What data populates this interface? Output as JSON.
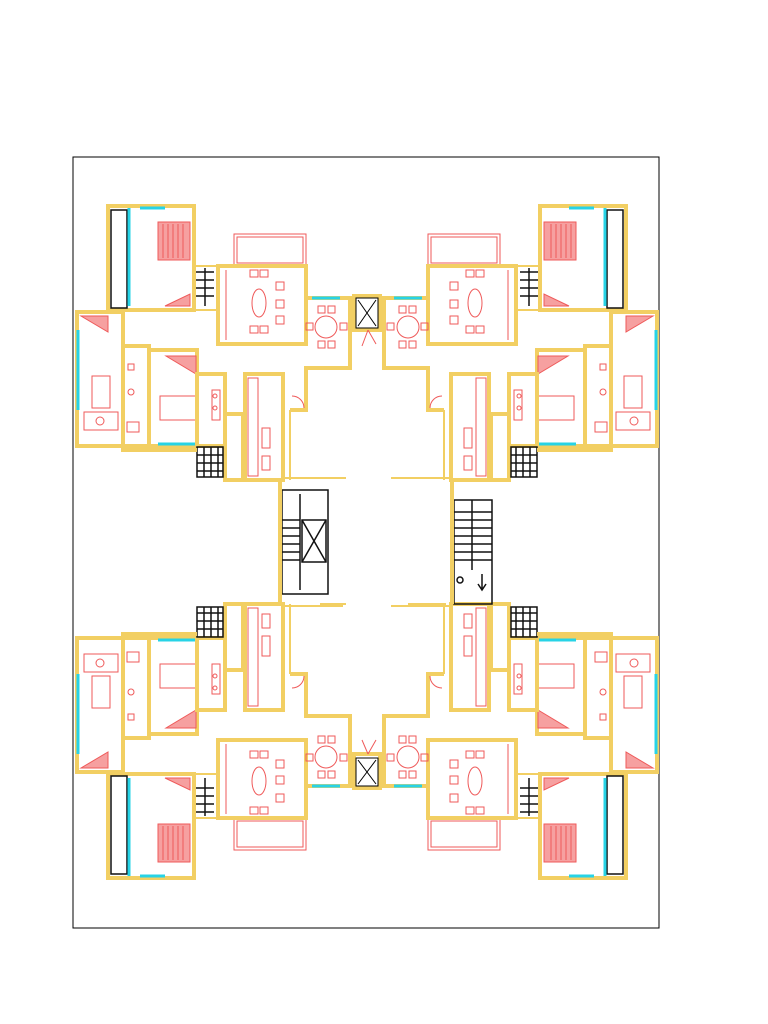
{
  "drawing": {
    "type": "architectural-floor-plan",
    "apartments_per_floor": 8,
    "stair_cores": 2,
    "lift_cores": 2,
    "colors": {
      "walls": "#f2cf63",
      "furniture": "#ef5a5a",
      "glazing": "#27d3e6",
      "frame": "#000000",
      "background": "#ffffff"
    },
    "icons": [
      "stair-icon",
      "bed-icon",
      "dining-table-icon",
      "sofa-icon",
      "toilet-icon",
      "kitchen-counter-icon"
    ]
  }
}
